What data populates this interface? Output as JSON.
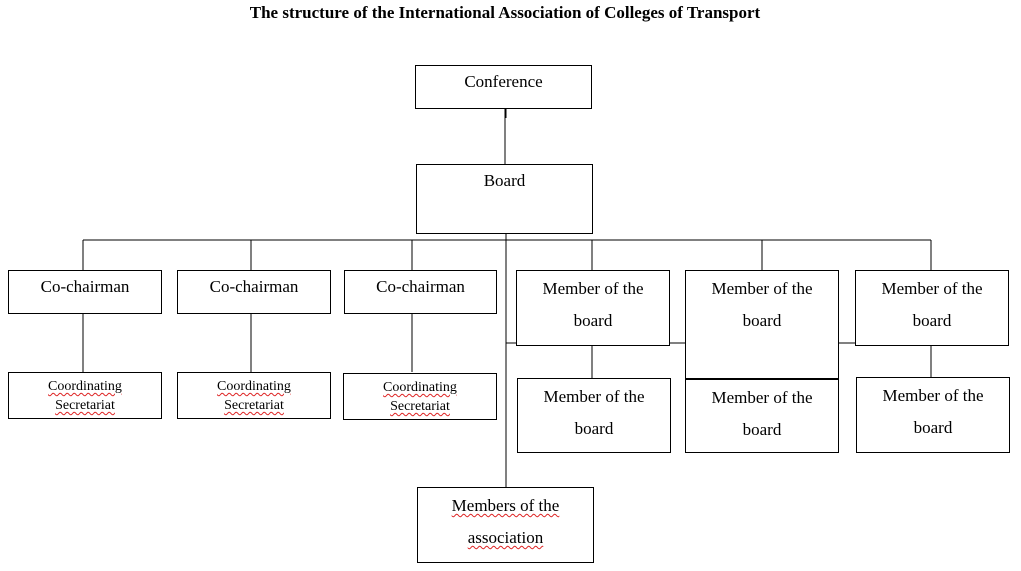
{
  "title": "The structure of the International Association of Colleges of Transport",
  "nodes": {
    "conference": "Conference",
    "board": "Board",
    "co_chairman_1": "Co-chairman",
    "co_chairman_2": "Co-chairman",
    "co_chairman_3": "Co-chairman",
    "secretariat_1": {
      "line1": "Coordinating",
      "line2": "Secretariat"
    },
    "secretariat_2": {
      "line1": "Coordinating",
      "line2": "Secretariat"
    },
    "secretariat_3": {
      "line1": "Coordinating",
      "line2": "Secretariat"
    },
    "board_member_top_1": {
      "line1": "Member of the",
      "line2": "board"
    },
    "board_member_top_2": {
      "line1": "Member of the",
      "line2": "board"
    },
    "board_member_top_3": {
      "line1": "Member of the",
      "line2": "board"
    },
    "board_member_bottom_1": {
      "line1": "Member of the",
      "line2": "board"
    },
    "board_member_bottom_2": {
      "line1": "Member of the",
      "line2": "board"
    },
    "board_member_bottom_3": {
      "line1": "Member of the",
      "line2": "board"
    },
    "association_members": {
      "line1": "Members of the",
      "line2": "association"
    }
  }
}
